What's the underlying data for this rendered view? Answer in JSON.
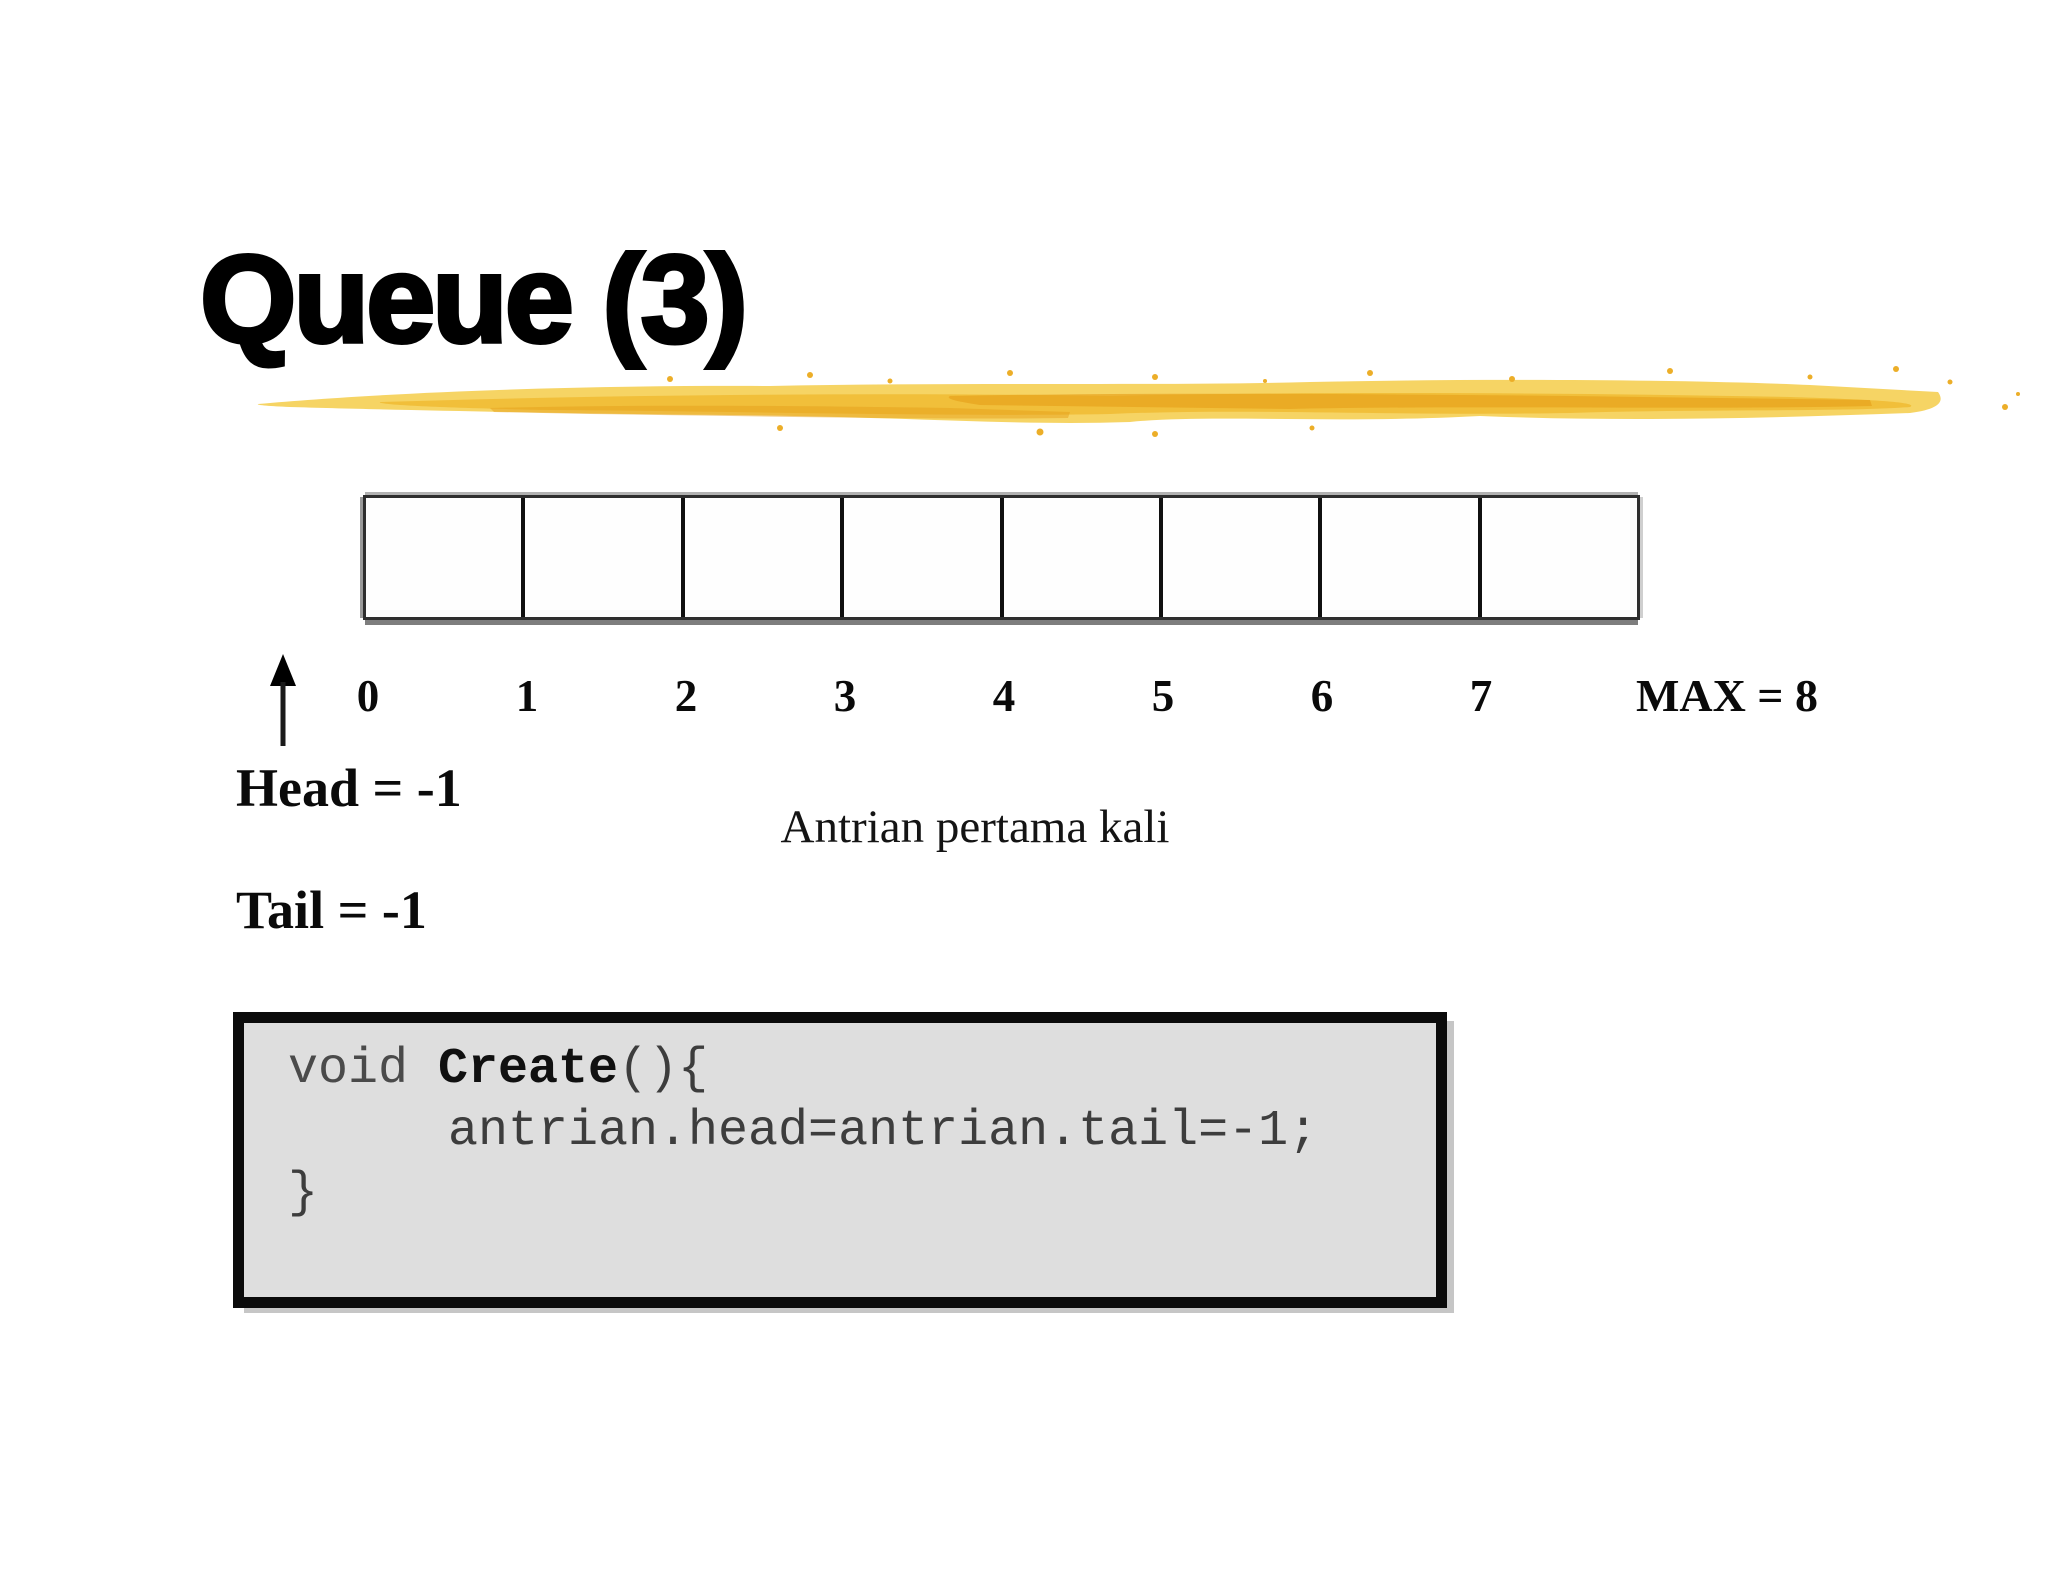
{
  "title": "Queue (3)",
  "queue": {
    "indices": [
      "0",
      "1",
      "2",
      "3",
      "4",
      "5",
      "6",
      "7"
    ],
    "max_label": "MAX = 8",
    "cell_count": 8
  },
  "pointers": {
    "head": "Head = -1",
    "tail": "Tail = -1"
  },
  "caption": "Antrian pertama kali",
  "code": {
    "keyword": "void ",
    "function_name": "Create",
    "signature_rest": "(){",
    "body": "antrian.head=antrian.tail=-1;",
    "closing_brace": "}"
  },
  "colors": {
    "brush_light": "#F6D25C",
    "brush_mid": "#F0BB33",
    "brush_deep": "#E6A01A",
    "code_background": "#DEDEDE",
    "shadow_gray": "#7E7E7E",
    "text": "#000000"
  }
}
